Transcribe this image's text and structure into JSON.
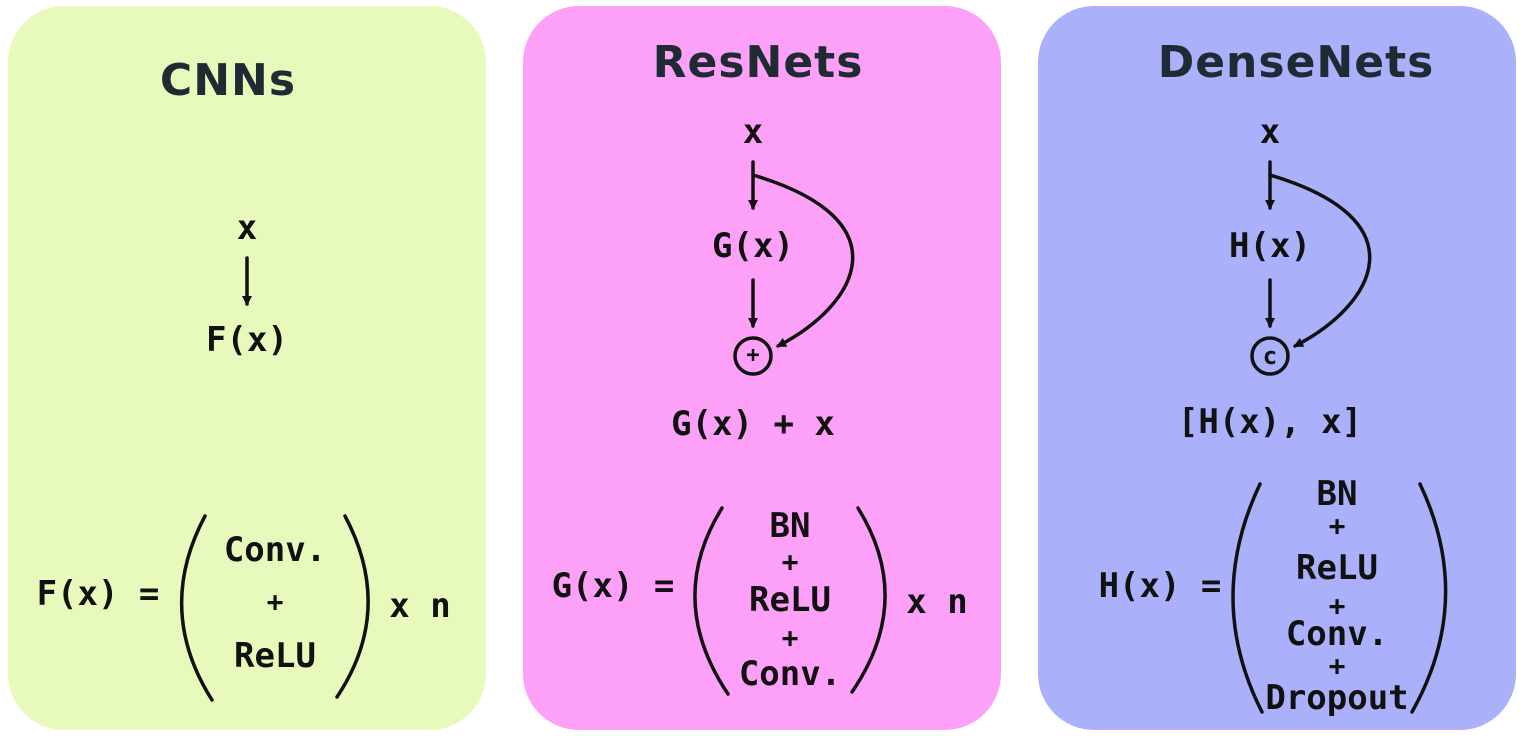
{
  "panels": {
    "cnn": {
      "title": "CNNs",
      "input": "x",
      "output": "F(x)",
      "formula_lhs": "F(x) =",
      "ops": [
        "Conv.",
        "+",
        "ReLU"
      ],
      "repeat": "x n"
    },
    "resnet": {
      "title": "ResNets",
      "input": "x",
      "func": "G(x)",
      "combine_symbol": "+",
      "output": "G(x) + x",
      "formula_lhs": "G(x) =",
      "ops": [
        "BN",
        "+",
        "ReLU",
        "+",
        "Conv."
      ],
      "repeat": "x n"
    },
    "densenet": {
      "title": "DenseNets",
      "input": "x",
      "func": "H(x)",
      "combine_symbol": "c",
      "output": "[H(x), x]",
      "formula_lhs": "H(x) =",
      "ops": [
        "BN",
        "+",
        "ReLU",
        "+",
        "Conv.",
        "+",
        "Dropout"
      ]
    }
  },
  "colors": {
    "cnn_bg": "#e8fabb",
    "resnet_bg": "#fda0f8",
    "densenet_bg": "#aab0fa",
    "title": "#1e2b33",
    "ink": "#111111"
  }
}
